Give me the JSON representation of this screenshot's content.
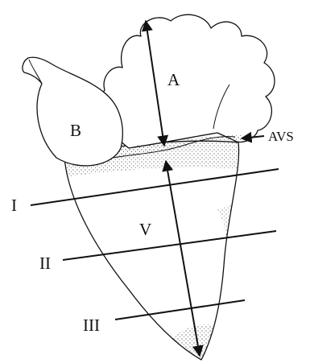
{
  "diagram": {
    "labels": {
      "atrium": "A",
      "bulbus": "B",
      "ventricle": "V",
      "junction": "AVS",
      "section_1": "I",
      "section_2": "II",
      "section_3": "III"
    }
  }
}
